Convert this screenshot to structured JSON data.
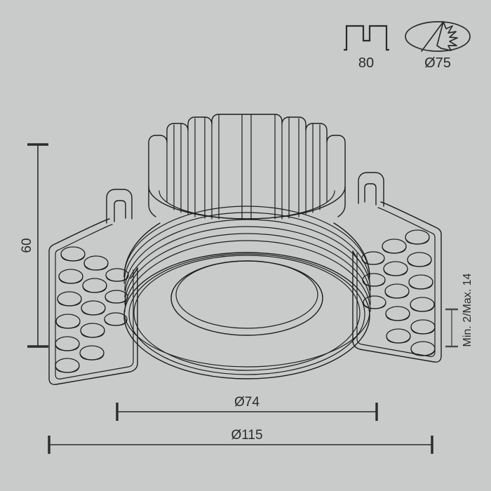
{
  "drawing": {
    "title": "Recessed downlight technical drawing",
    "background_color": "#c9cbcb",
    "line_color": "#1d1d1d",
    "text_color": "#2b2b2b"
  },
  "symbols": [
    {
      "id": "cutout-depth",
      "icon_name": "recess-profile-icon",
      "label": "80"
    },
    {
      "id": "cutout-diameter",
      "icon_name": "ceiling-cutout-icon",
      "label": "Ø75"
    }
  ],
  "dimensions": {
    "height": {
      "label": "60",
      "orientation": "vertical",
      "name": "overall-height-dimension"
    },
    "ceiling_thickness": {
      "label": "Min. 2/Max. 14",
      "orientation": "vertical",
      "name": "ceiling-thickness-dimension"
    },
    "inner_diameter": {
      "label": "Ø74",
      "orientation": "horizontal",
      "name": "inner-diameter-dimension"
    },
    "outer_diameter": {
      "label": "Ø115",
      "orientation": "horizontal",
      "name": "outer-diameter-dimension"
    }
  },
  "product": {
    "body_name": "downlight-body",
    "heatsink_name": "heatsink-fins",
    "thread_name": "threaded-ring",
    "aperture_name": "aperture-ring",
    "clip_left_name": "spring-clip-left",
    "clip_right_name": "spring-clip-right"
  }
}
